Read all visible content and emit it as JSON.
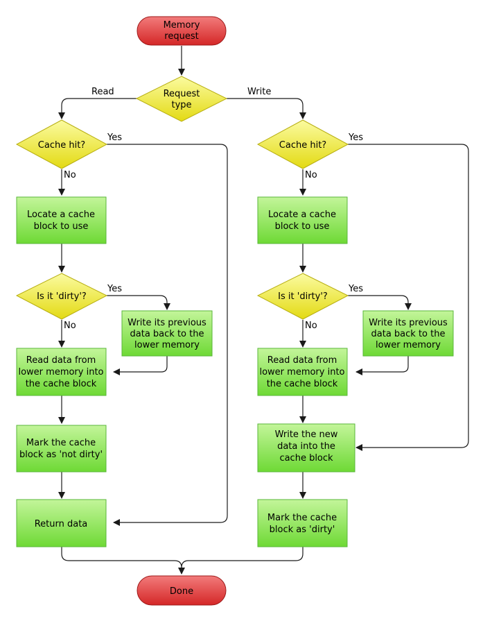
{
  "colors": {
    "terminal_fill_top": "#f27b7b",
    "terminal_fill_bottom": "#d42727",
    "terminal_stroke": "#9e1a1a",
    "decision_fill_top": "#fbfba0",
    "decision_fill_bottom": "#e3da13",
    "decision_stroke": "#b7ae12",
    "process_fill_top": "#c3f59a",
    "process_fill_bottom": "#6ed935",
    "process_stroke": "#59b63a",
    "edge": "#1a1a1a"
  },
  "nodes": {
    "memory_request": [
      "Memory",
      "request"
    ],
    "request_type": [
      "Request",
      "type"
    ],
    "read_cache_hit": [
      "Cache hit?"
    ],
    "read_locate": [
      "Locate a cache",
      "block to use"
    ],
    "read_dirty": [
      "Is it 'dirty'?"
    ],
    "read_writeback": [
      "Write its previous",
      "data back to the",
      "lower memory"
    ],
    "read_readdata": [
      "Read data from",
      "lower memory into",
      "the cache block"
    ],
    "read_mark": [
      "Mark the cache",
      "block as 'not dirty'"
    ],
    "read_return": [
      "Return data"
    ],
    "write_cache_hit": [
      "Cache hit?"
    ],
    "write_locate": [
      "Locate a cache",
      "block to use"
    ],
    "write_dirty": [
      "Is it 'dirty'?"
    ],
    "write_writeback": [
      "Write its previous",
      "data back to the",
      "lower memory"
    ],
    "write_readdata": [
      "Read data from",
      "lower memory into",
      "the cache block"
    ],
    "write_newdata": [
      "Write the new",
      "data into the",
      "cache block"
    ],
    "write_mark": [
      "Mark the cache",
      "block as 'dirty'"
    ],
    "done": [
      "Done"
    ]
  },
  "edge_labels": {
    "read": "Read",
    "write": "Write",
    "read_hit_yes": "Yes",
    "read_hit_no": "No",
    "read_dirty_yes": "Yes",
    "read_dirty_no": "No",
    "write_hit_yes": "Yes",
    "write_hit_no": "No",
    "write_dirty_yes": "Yes",
    "write_dirty_no": "No"
  }
}
